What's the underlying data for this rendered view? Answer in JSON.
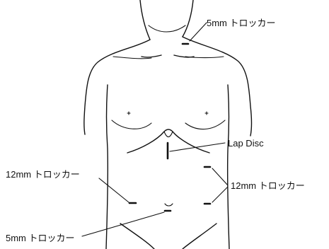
{
  "labels": {
    "neck_trocar": "5mm トロッカー",
    "lap_disc": "Lap Disc",
    "left_trocar": "12mm トロッカー",
    "right_trocar": "12mm トロッカー",
    "bottom_trocar": "5mm トロッカー"
  }
}
